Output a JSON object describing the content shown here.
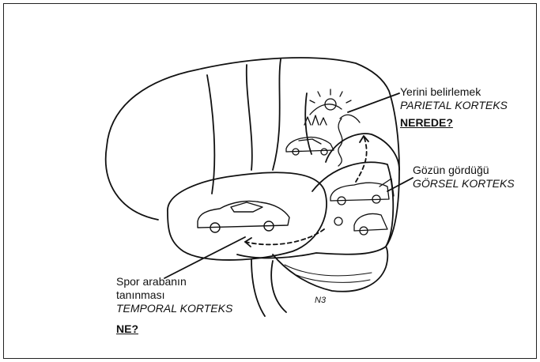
{
  "labels": {
    "parietal": {
      "line1": "Yerini belirlemek",
      "line2": "PARIETAL KORTEKS",
      "question": "NEREDE?"
    },
    "visual": {
      "line1": "Gözün gördüğü",
      "line2": "GÖRSEL KORTEKS"
    },
    "temporal": {
      "line1": "Spor arabanın",
      "line2": "tanınması",
      "line3": "TEMPORAL KORTEKS",
      "question": "NE?"
    },
    "signature": "N3"
  },
  "colors": {
    "ink": "#111111",
    "background": "#ffffff"
  }
}
